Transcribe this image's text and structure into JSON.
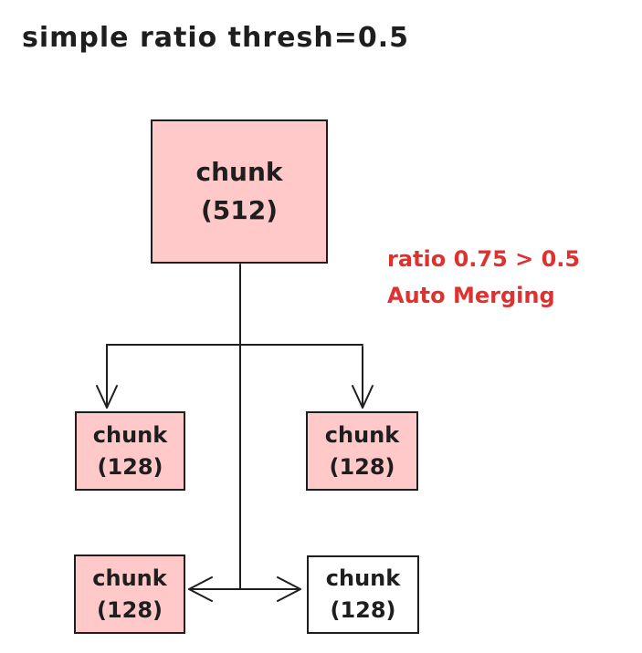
{
  "title": "simple ratio thresh=0.5",
  "annotation": {
    "line1": "ratio 0.75 > 0.5",
    "line2": "Auto Merging",
    "color": "#e03131"
  },
  "colors": {
    "chunk_fill": "#ffc9c9",
    "stroke": "#1e1e1e",
    "background": "#ffffff",
    "annotation_red": "#e03131"
  },
  "nodes": {
    "root": {
      "label": "chunk",
      "size": "(512)",
      "fill": "#ffc9c9"
    },
    "mid_left": {
      "label": "chunk",
      "size": "(128)",
      "fill": "#ffc9c9"
    },
    "mid_right": {
      "label": "chunk",
      "size": "(128)",
      "fill": "#ffc9c9"
    },
    "bottom_left": {
      "label": "chunk",
      "size": "(128)",
      "fill": "#ffc9c9"
    },
    "bottom_right": {
      "label": "chunk",
      "size": "(128)",
      "fill": "#ffffff"
    }
  },
  "icons": {
    "down_arrow_left": "arrowhead-down",
    "down_arrow_right": "arrowhead-down",
    "merge_arrow": "double-headed-horizontal-arrow"
  }
}
